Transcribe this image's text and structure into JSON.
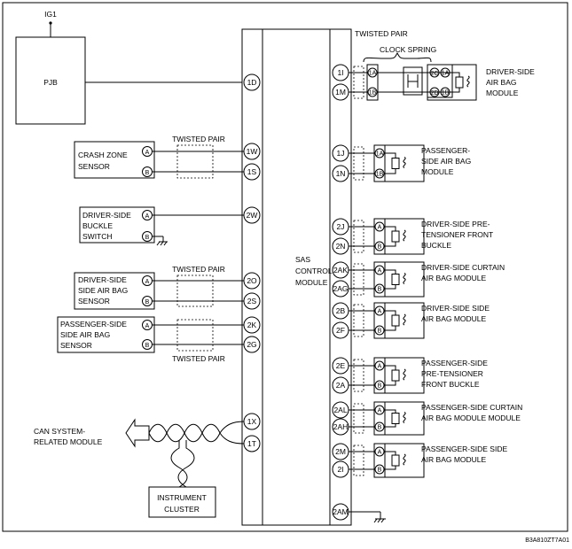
{
  "supply_label": "IG1",
  "pjb_label": "PJB",
  "module": {
    "lines": [
      "SAS",
      "CONTROL",
      "MODULE"
    ]
  },
  "twisted_pair": "TWISTED PAIR",
  "clock_spring": "CLOCK SPRING",
  "clock_spring_pins": [
    "2C",
    "2D"
  ],
  "left_components": [
    {
      "id": "crash",
      "lines": [
        "CRASH ZONE",
        "SENSOR"
      ],
      "pins": [
        "A",
        "B"
      ],
      "terminals": [
        "1W",
        "1S"
      ]
    },
    {
      "id": "buckle",
      "lines": [
        "DRIVER-SIDE",
        "BUCKLE",
        "SWITCH"
      ],
      "pins": [
        "A",
        "B"
      ],
      "terminals": [
        "2W"
      ]
    },
    {
      "id": "ds-side-sensor",
      "lines": [
        "DRIVER-SIDE",
        "SIDE AIR BAG",
        "SENSOR"
      ],
      "pins": [
        "A",
        "B"
      ],
      "terminals": [
        "2O",
        "2S"
      ]
    },
    {
      "id": "ps-side-sensor",
      "lines": [
        "PASSENGER-SIDE",
        "SIDE AIR BAG",
        "SENSOR"
      ],
      "pins": [
        "A",
        "B"
      ],
      "terminals": [
        "2K",
        "2G"
      ]
    }
  ],
  "pjb_terminal": "1D",
  "can": {
    "lines": [
      "CAN SYSTEM-",
      "RELATED MODULE"
    ],
    "terminals": [
      "1X",
      "1T"
    ]
  },
  "instrument_cluster": {
    "lines": [
      "INSTRUMENT",
      "CLUSTER"
    ]
  },
  "right_components": [
    {
      "id": "driver-airbag",
      "terminals": [
        "1I",
        "1M"
      ],
      "pins": [
        "1A",
        "1B"
      ],
      "lines": [
        "DRIVER-SIDE",
        "AIR BAG",
        "MODULE"
      ]
    },
    {
      "id": "passenger-airbag",
      "terminals": [
        "1J",
        "1N"
      ],
      "pins": [
        "1A",
        "1B"
      ],
      "lines": [
        "PASSENGER-",
        "SIDE AIR BAG",
        "MODULE"
      ]
    },
    {
      "id": "ds-pretensioner",
      "terminals": [
        "2J",
        "2N"
      ],
      "pins": [
        "A",
        "B"
      ],
      "lines": [
        "DRIVER-SIDE PRE-",
        "TENSIONER FRONT",
        "BUCKLE"
      ]
    },
    {
      "id": "ds-curtain",
      "terminals": [
        "2AK",
        "2AG"
      ],
      "pins": [
        "A",
        "B"
      ],
      "lines": [
        "DRIVER-SIDE CURTAIN",
        "AIR BAG MODULE"
      ]
    },
    {
      "id": "ds-side",
      "terminals": [
        "2B",
        "2F"
      ],
      "pins": [
        "A",
        "B"
      ],
      "lines": [
        "DRIVER-SIDE SIDE",
        "AIR BAG MODULE"
      ]
    },
    {
      "id": "ps-pretensioner",
      "terminals": [
        "2E",
        "2A"
      ],
      "pins": [
        "A",
        "B"
      ],
      "lines": [
        "PASSENGER-SIDE",
        "PRE-TENSIONER",
        "FRONT BUCKLE"
      ]
    },
    {
      "id": "ps-curtain",
      "terminals": [
        "2AL",
        "2AH"
      ],
      "pins": [
        "A",
        "B"
      ],
      "lines": [
        "PASSENGER-SIDE CURTAIN",
        "AIR BAG MODULE MODULE"
      ]
    },
    {
      "id": "ps-side",
      "terminals": [
        "2M",
        "2I"
      ],
      "pins": [
        "A",
        "B"
      ],
      "lines": [
        "PASSENGER-SIDE SIDE",
        "AIR BAG MODULE"
      ]
    }
  ],
  "ground_terminal": "2AM",
  "figure_code": "B3A810ZT7A01"
}
